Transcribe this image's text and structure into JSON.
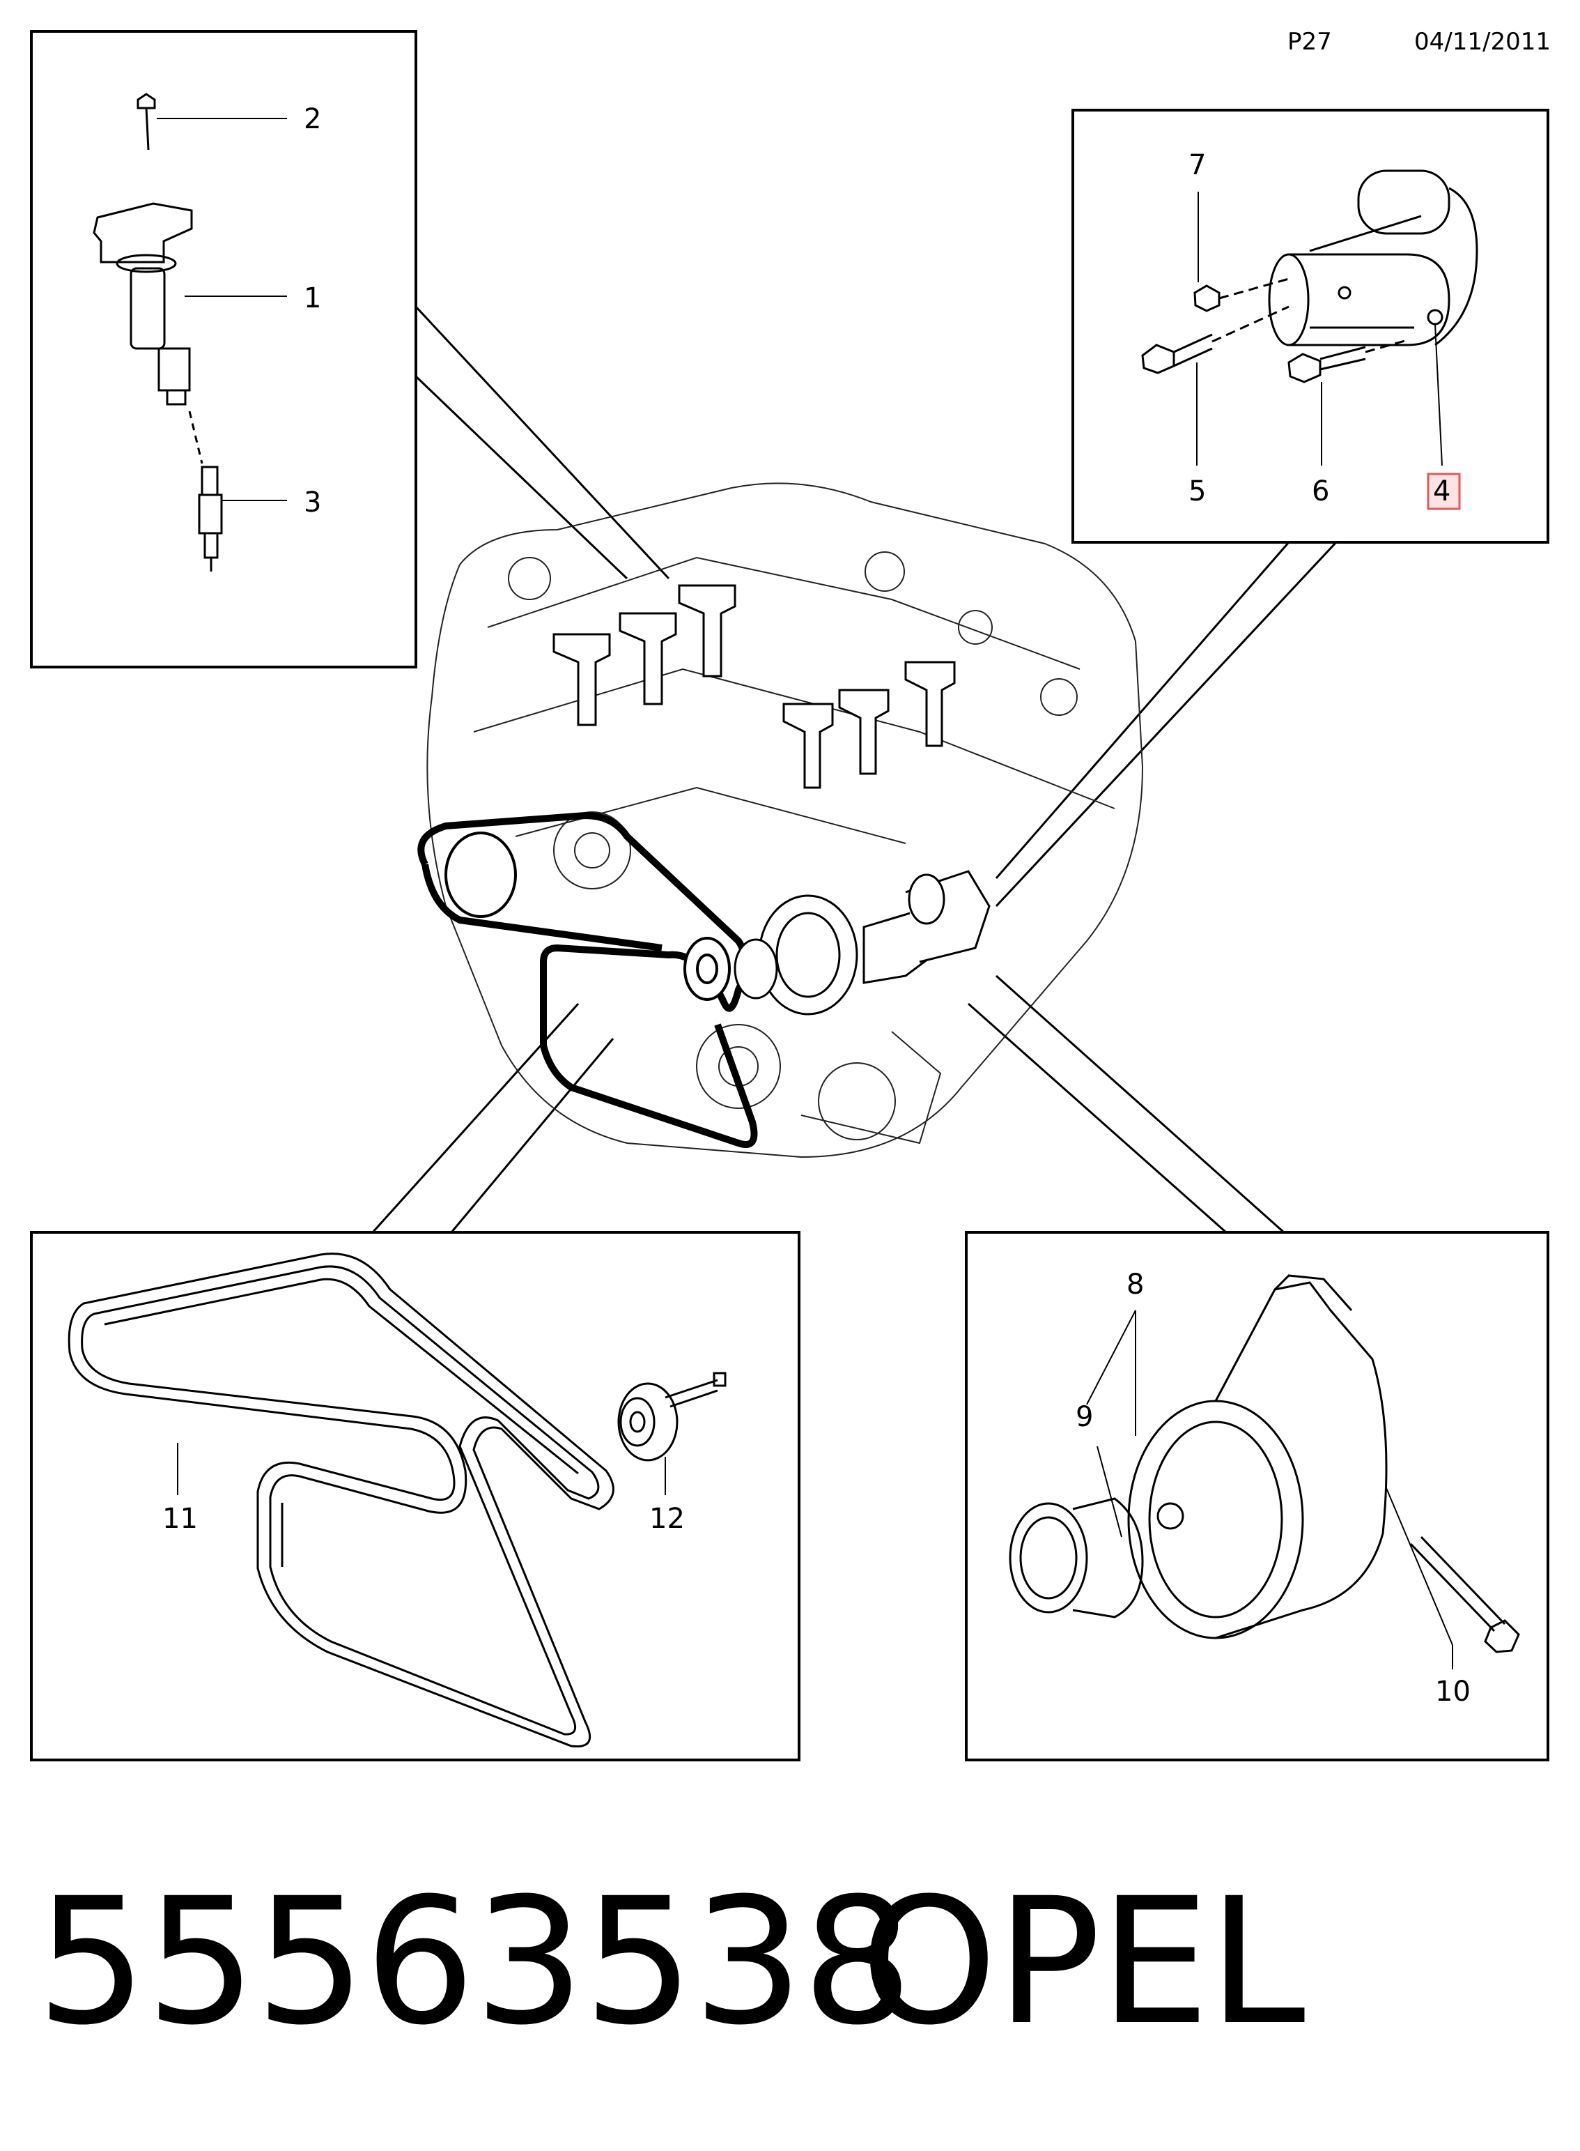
{
  "header": {
    "page_code": "P27",
    "date": "04/11/2011"
  },
  "callouts": {
    "c1": "1",
    "c2": "2",
    "c3": "3",
    "c4": "4",
    "c5": "5",
    "c6": "6",
    "c7": "7",
    "c8": "8",
    "c9": "9",
    "c10": "10",
    "c11": "11",
    "c12": "12"
  },
  "highlight": {
    "callout": "4",
    "border_color": "#e05a5a",
    "fill_color": "#fde3e3"
  },
  "footer": {
    "part_number": "55563538",
    "brand": "OPEL"
  }
}
